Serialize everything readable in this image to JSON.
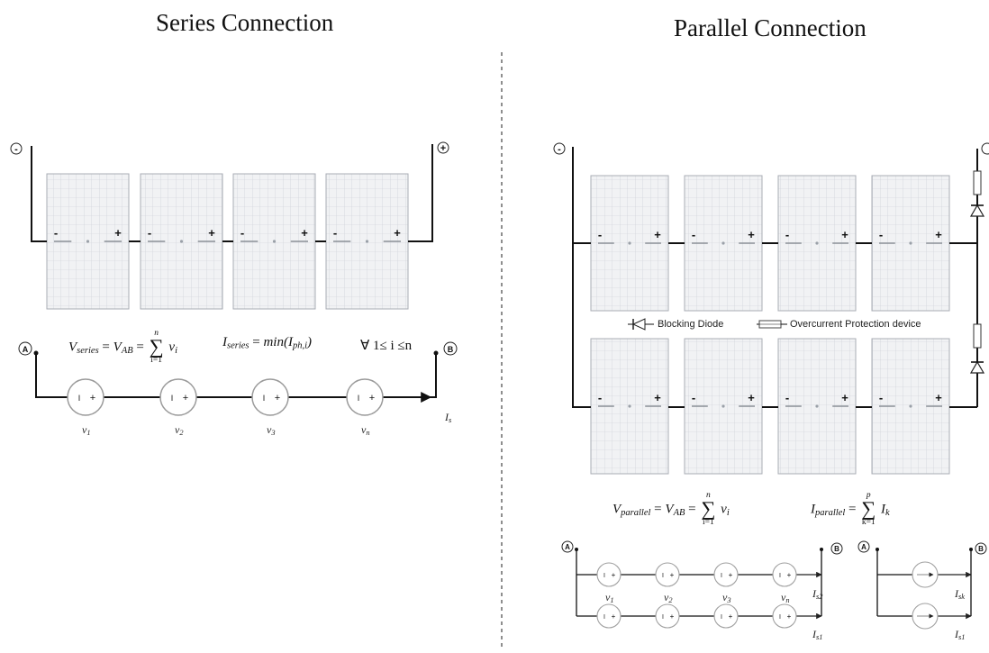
{
  "titles": {
    "series": "Series Connection",
    "parallel": "Parallel Connection"
  },
  "legend": {
    "blocking_diode": "Blocking Diode",
    "ocpd": "Overcurrent Protection device"
  },
  "terminals": {
    "minus": "-",
    "plus": "+",
    "node_a": "A",
    "node_b": "B"
  },
  "formulas": {
    "v_series_lhs": "V",
    "v_series_sub": "series",
    "v_ab": "V",
    "v_ab_sub": "AB",
    "sum_top_n": "n",
    "sum_bottom_i": "i=1",
    "v_i": "v",
    "v_i_sub": "i",
    "i_series": "I",
    "i_series_sub": "series",
    "min_text": "min(I",
    "ph_sub": "ph,i",
    "min_close": ")",
    "forall": "∀ 1≤ i ≤n",
    "v_parallel": "V",
    "v_parallel_sub": "parallel",
    "i_parallel": "I",
    "i_parallel_sub": "parallel",
    "sum_top_p": "p",
    "sum_bottom_k": "k=1",
    "i_k": "I",
    "i_k_sub": "k",
    "equals": "="
  },
  "series_sources": [
    "v1",
    "v2",
    "v3",
    "vn"
  ],
  "series_source_labels": [
    {
      "main": "v",
      "sub": "1"
    },
    {
      "main": "v",
      "sub": "2"
    },
    {
      "main": "v",
      "sub": "3"
    },
    {
      "main": "v",
      "sub": "n"
    }
  ],
  "series_current": {
    "main": "I",
    "sub": "s"
  },
  "parallel_source_labels": [
    {
      "main": "v",
      "sub": "1"
    },
    {
      "main": "v",
      "sub": "2"
    },
    {
      "main": "v",
      "sub": "3"
    },
    {
      "main": "v",
      "sub": "n"
    }
  ],
  "parallel_currents": {
    "is2": {
      "main": "I",
      "sub": "s2"
    },
    "is1": {
      "main": "I",
      "sub": "s1"
    },
    "isk": {
      "main": "I",
      "sub": "sk"
    },
    "is1b": {
      "main": "I",
      "sub": "s1"
    }
  }
}
